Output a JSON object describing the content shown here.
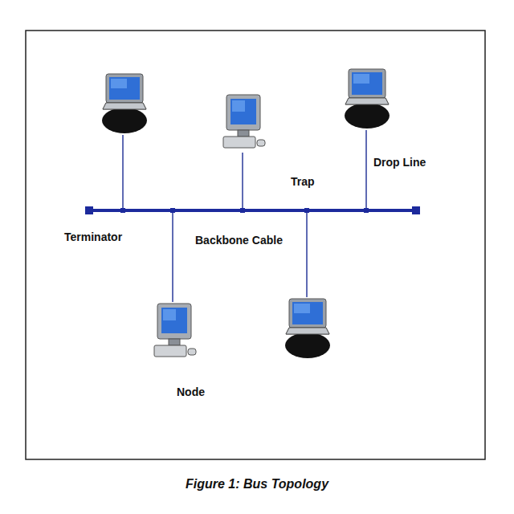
{
  "diagram": {
    "caption": "Figure 1: Bus Topology",
    "labels": [
      "Terminator",
      "Backbone Cable",
      "Trap",
      "Drop Line",
      "Node"
    ]
  }
}
